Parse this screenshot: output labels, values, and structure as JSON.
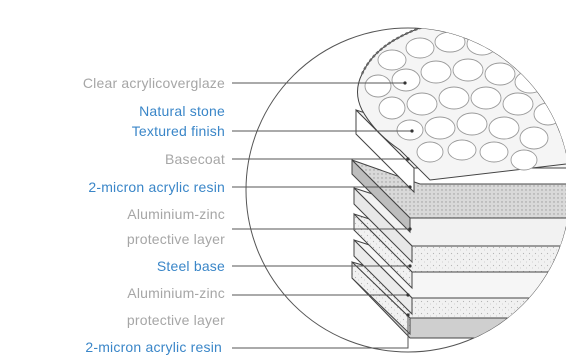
{
  "labels": [
    {
      "text": "Clear acrylicoverglaze",
      "color": "gray"
    },
    {
      "text": "Natural stone",
      "color": "blue"
    },
    {
      "text": "Textured finish",
      "color": "blue"
    },
    {
      "text": "Basecoat",
      "color": "gray"
    },
    {
      "text": "2-micron acrylic resin",
      "color": "blue"
    },
    {
      "text": "Aluminium-zinc",
      "color": "gray"
    },
    {
      "text": "protective  layer",
      "color": "gray"
    },
    {
      "text": "Steel base",
      "color": "blue"
    },
    {
      "text": "Aluminium-zinc",
      "color": "gray"
    },
    {
      "text": "protective  layer",
      "color": "gray"
    },
    {
      "text": "2-micron acrylic resin",
      "color": "blue"
    }
  ],
  "colors": {
    "gray_text": "#a6a6a6",
    "blue_text": "#3a86c8",
    "leader_line": "#555555",
    "outline": "#444444"
  }
}
